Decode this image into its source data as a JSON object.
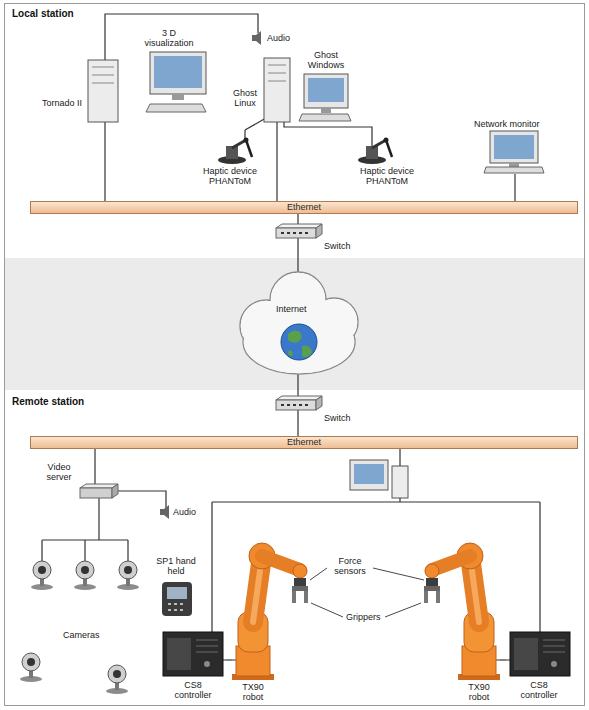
{
  "diagram": {
    "nodes": [
      {
        "text": [
          "Local station"
        ]
      },
      {
        "text": [
          "3 D visualization",
          "Tornado II"
        ],
        "in": 0
      },
      {
        "text": [
          "Audio"
        ],
        "in": 0
      },
      {
        "text": [
          "Ghost Windows",
          "Ghost Linux"
        ],
        "in": 0
      },
      {
        "text": [
          "Haptic device PHANToM"
        ],
        "in": 0
      },
      {
        "text": [
          "Haptic device PHANToM"
        ],
        "in": 0
      },
      {
        "text": [
          "Network monitor"
        ],
        "in": 0
      },
      {
        "text": [
          "Ethernet"
        ],
        "in": 0
      },
      {
        "text": [
          "Switch"
        ],
        "in": 0
      },
      {
        "text": [
          "Internet"
        ]
      },
      {
        "text": [
          "Remote station"
        ]
      },
      {
        "text": [
          "Switch"
        ],
        "in": 10
      },
      {
        "text": [
          "Ethernet"
        ],
        "in": 10
      },
      {
        "text": [
          "Video server"
        ],
        "in": 10
      },
      {
        "text": [
          "Audio"
        ],
        "in": 10
      },
      {
        "text": [
          "Cameras"
        ],
        "in": 10
      },
      {
        "text": [
          "SP1 hand held"
        ],
        "in": 10
      },
      {
        "text": [
          "CS8 controller"
        ],
        "in": 10
      },
      {
        "text": [
          "TX90 robot"
        ],
        "in": 10
      },
      {
        "text": [
          "TX90 robot"
        ],
        "in": 10
      },
      {
        "text": [
          "CS8 controller"
        ],
        "in": 10
      }
    ],
    "edges": [
      {
        "from": 1,
        "to": 2,
        "arrow": "none"
      },
      {
        "from": 3,
        "to": 4,
        "arrow": "none"
      },
      {
        "from": 3,
        "to": 5,
        "arrow": "none"
      },
      {
        "from": 1,
        "to": 7,
        "arrow": "none"
      },
      {
        "from": 3,
        "to": 7,
        "arrow": "none"
      },
      {
        "from": 6,
        "to": 7,
        "arrow": "none"
      },
      {
        "from": 7,
        "to": 8,
        "arrow": "none"
      },
      {
        "from": 8,
        "to": 9,
        "arrow": "none"
      },
      {
        "from": 9,
        "to": 11,
        "arrow": "none"
      },
      {
        "from": 11,
        "to": 12,
        "arrow": "none"
      },
      {
        "from": 12,
        "to": 13,
        "arrow": "none"
      },
      {
        "from": 13,
        "to": 14,
        "arrow": "none"
      },
      {
        "from": 13,
        "to": 15,
        "arrow": "none"
      },
      {
        "from": 17,
        "to": 18,
        "arrow": "none"
      },
      {
        "from": 20,
        "to": 19,
        "arrow": "none"
      }
    ],
    "labels": [
      "Force sensors",
      "Grippers"
    ]
  }
}
